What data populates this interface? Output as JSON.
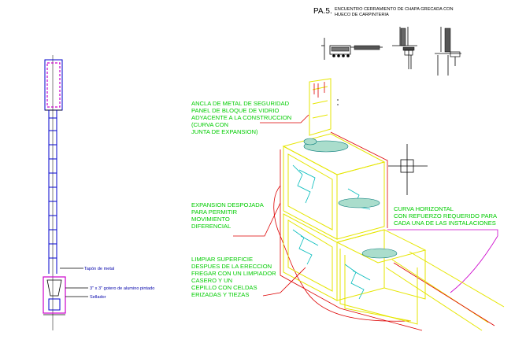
{
  "title": {
    "code": "PA.5.",
    "line1": "ENCUENTRO CERRAMIENTO DE CHAPA GRECADA CON",
    "line2": "HUECO DE CARPINTERIA"
  },
  "small_notes": [
    "",
    "",
    ""
  ],
  "callouts": {
    "anchor": [
      "ANCLA DE METAL DE SEGURIDAD",
      "PANEL DE BLOQUE DE VIDRIO",
      "ADYACENTE A LA CONSTRUCCION",
      "(CURVA CON",
      "JUNTA DE EXPANSION)"
    ],
    "expansion": [
      "EXPANSION DESPOJADA",
      "PARA PERMITIR",
      "MOVIMIENTO",
      "DIFERENCIAL"
    ],
    "cleaning": [
      "LIMPIAR SUPERFICIE",
      "DESPUES DE LA ERECCION",
      "FREGAR CON UN LIMPIADOR",
      "CASERO Y UN",
      "CEPILLO CON CELDAS",
      "ERIZADAS Y TIEZAS"
    ],
    "curve": [
      "CURVA HORIZONTAL",
      "CON REFUERZO REQUERIDO PARA",
      "CADA UNA DE LAS INSTALACIONES"
    ]
  },
  "section_labels": {
    "tapon": "Tapón de metal",
    "gotero": "3\" x 3\" gotero de alumino pintado",
    "sellador": "Sellador"
  },
  "colors": {
    "label_green": "#00cc00",
    "block_yellow": "#e6e600",
    "leader_red": "#dd0000",
    "curve_magenta": "#cc00cc",
    "glass_cyan": "#00bbbb",
    "frame_blue": "#0000cc",
    "section_blue": "#0000aa"
  }
}
